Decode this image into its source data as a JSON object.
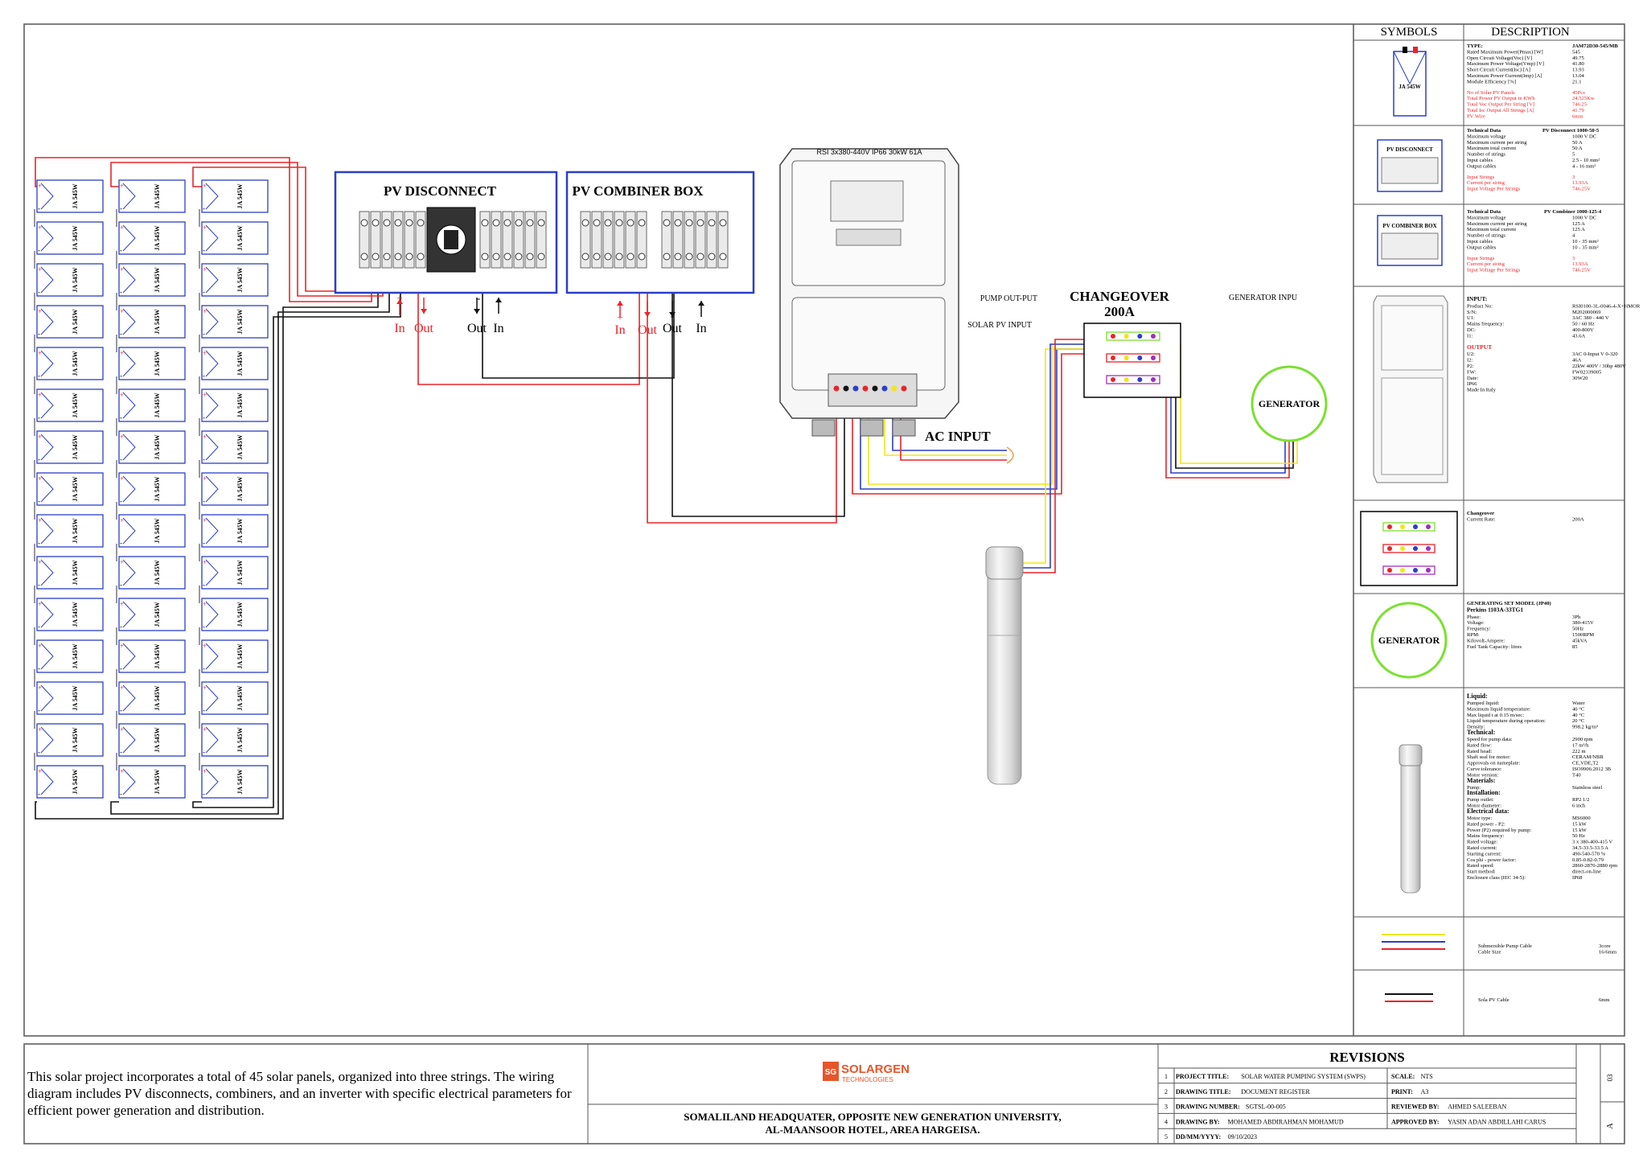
{
  "colors": {
    "red": "#e8242a",
    "black": "#111111",
    "blue": "#2b3fc8",
    "yellow": "#f2e51c",
    "purple": "#a02fb8",
    "green": "#7be02f",
    "panel_border": "#2b3fc8",
    "brand": "#e8552a"
  },
  "panels": {
    "label": "JA 545W",
    "count": 45,
    "columns": 3,
    "rows": 15
  },
  "pv_disconnect": {
    "title": "PV DISCONNECT",
    "in": "In",
    "out": "Out",
    "out2": "Out",
    "in2": "In",
    "plus": "+",
    "minus": "-"
  },
  "pv_combiner": {
    "title": "PV COMBINER BOX",
    "in": "In",
    "out": "Out",
    "out2": "Out",
    "in2": "In",
    "plus": "+",
    "minus": "-"
  },
  "inverter": {
    "label": "RSI 3x380-440V IP66 30kW 61A"
  },
  "changeover": {
    "title": "CHANGEOVER",
    "rating": "200A",
    "pump_output": "PUMP OUT-PUT",
    "solar_input": "SOLAR PV INPUT",
    "generator_input": "GENERATOR INPU"
  },
  "generator": {
    "label": "GENERATOR"
  },
  "ac_input": {
    "label": "AC INPUT"
  },
  "legend": {
    "symbols_header": "SYMBOLS",
    "description_header": "DESCRIPTION",
    "panel": {
      "symbol_label": "JA 545W",
      "rows": [
        [
          "TYPE:",
          "JAM72D30-545/MB"
        ],
        [
          "Rated Maximum Power(Pmax) [W]",
          "545"
        ],
        [
          "Open Circuit Voltage(Voc) [V]",
          "49.75"
        ],
        [
          "Maximum Power Voltage(Vmp) [V]",
          "41.80"
        ],
        [
          "Short Circuit Current(Isc) [A]",
          "13.93"
        ],
        [
          "Maximum Power Current(Imp) [A]",
          "13.04"
        ],
        [
          "Module Efficiency [%]",
          "21.1"
        ]
      ],
      "red_rows": [
        [
          "No of Solar PV Panels",
          "45Pcs"
        ],
        [
          "Total Power PV Output in KWh",
          "24.525Kw"
        ],
        [
          "Total Voc Output Per String [V]",
          "746.25"
        ],
        [
          "Total Isc Output All Strings [A]",
          "41.79"
        ],
        [
          "PV Wire",
          "6mm"
        ]
      ]
    },
    "disconnect": {
      "symbol_label": "PV DISCONNECT",
      "heading": "Technical Data",
      "model": "PV Disconnect 1000-50-5",
      "rows": [
        [
          "Maximum voltage",
          "1000 V DC"
        ],
        [
          "Maximum current per string",
          "50 A"
        ],
        [
          "Maximum total current",
          "50 A"
        ],
        [
          "Number of strings",
          "5"
        ],
        [
          "Input cables",
          "2.5 - 10 mm²"
        ],
        [
          "Output cables",
          "4 - 16 mm²"
        ]
      ],
      "red_rows": [
        [
          "Input Strings",
          "3"
        ],
        [
          "Current per string",
          "13.93A"
        ],
        [
          "Input Voltage Per Strings",
          "746.25V"
        ]
      ]
    },
    "combiner": {
      "symbol_label": "PV COMBINER BOX",
      "heading": "Technical Data",
      "model": "PV Combiner 1000-125-4",
      "rows": [
        [
          "Maximum voltage",
          "1000 V DC"
        ],
        [
          "Maximum current per string",
          "125 A"
        ],
        [
          "Maximum total current",
          "125 A"
        ],
        [
          "Number of strings",
          "4"
        ],
        [
          "Input cables",
          "10 - 35 mm²"
        ],
        [
          "Output cables",
          "10 - 35 mm²"
        ]
      ],
      "red_rows": [
        [
          "Input Strings",
          "3"
        ],
        [
          "Current per string",
          "13.93A"
        ],
        [
          "Input Voltage Per Strings",
          "746.25V"
        ]
      ]
    },
    "inverter": {
      "input_heading": "INPUT:",
      "rows": [
        [
          "Product No:",
          "RSI0100-3L-0046-4-X+HMOR"
        ],
        [
          "S/N:",
          "M202000069"
        ],
        [
          "U1:",
          "3AC 380 - 440 V"
        ],
        [
          "Mains frequency:",
          "50 / 60 Hz"
        ],
        [
          "DC:",
          "400-800V"
        ],
        [
          "I1:",
          "43.6A"
        ]
      ],
      "output_heading": "OUTPUT",
      "out_rows": [
        [
          "U2:",
          "3AC 0-Input V 0-320"
        ],
        [
          "I2:",
          "46A"
        ],
        [
          "P2:",
          "22kW 400V / 30hp 480V"
        ],
        [
          "FW:",
          "FW02339005"
        ],
        [
          "Date:",
          "30W20"
        ],
        [
          "IP66",
          ""
        ],
        [
          "Made In Italy",
          ""
        ]
      ]
    },
    "changeover": {
      "heading": "Changeover",
      "rows": [
        [
          "Current Rate:",
          "200A"
        ]
      ]
    },
    "generator": {
      "symbol_label": "GENERATOR",
      "heading": "GENERATING SET MODEL (JP40)",
      "model": "Perkins 1103A-33TG1",
      "rows": [
        [
          "Phase:",
          "3Ph"
        ],
        [
          "Voltage:",
          "380-415V"
        ],
        [
          "Frequency:",
          "50Hz"
        ],
        [
          "RPM:",
          "1500RPM"
        ],
        [
          "Kilovolt-Ampere:",
          "45kVA"
        ],
        [
          "Fuel Tank Capacity: litres",
          "85"
        ]
      ]
    },
    "pump": {
      "sections": [
        {
          "heading": "Liquid:",
          "rows": [
            [
              "Pumped liquid:",
              "Water"
            ],
            [
              "Maximum liquid temperature:",
              "40 °C"
            ],
            [
              "Max liquid t at 0.15 m/sec:",
              "40 °C"
            ],
            [
              "Liquid temperature during operation:",
              "20 °C"
            ],
            [
              "Density:",
              "998.2 kg/m³"
            ]
          ]
        },
        {
          "heading": "Technical:",
          "rows": [
            [
              "Speed for pump data:",
              "2900 rpm"
            ],
            [
              "Rated flow:",
              "17 m³/h"
            ],
            [
              "Rated head:",
              "222 m"
            ],
            [
              "Shaft seal for motor:",
              "CERAM/NBR"
            ],
            [
              "Approvals on nameplate:",
              "CE,VDE,T2"
            ],
            [
              "Curve tolerance:",
              "ISO9906:2012 3B"
            ],
            [
              "Motor version:",
              "T40"
            ]
          ]
        },
        {
          "heading": "Materials:",
          "rows": [
            [
              "Pump:",
              "Stainless steel"
            ]
          ]
        },
        {
          "heading": "Installation:",
          "rows": [
            [
              "Pump outlet:",
              "RP2 1/2"
            ],
            [
              "Motor diameter:",
              "6 inch"
            ]
          ]
        },
        {
          "heading": "Electrical data:",
          "rows": [
            [
              "Motor type:",
              "MS6000"
            ],
            [
              "Rated power - P2:",
              "15 kW"
            ],
            [
              "Power (P2) required by pump:",
              "15 kW"
            ],
            [
              "Mains frequency:",
              "50 Hz"
            ],
            [
              "Rated voltage:",
              "3 x 380-400-415 V"
            ],
            [
              "Rated current:",
              "34.5-33.5-33.5 A"
            ],
            [
              "Starting current:",
              "490-540-570 %"
            ],
            [
              "Cos phi - power factor:",
              "0.85-0.82-0.79"
            ],
            [
              "Rated speed:",
              "2860-2870-2880 rpm"
            ],
            [
              "Start method:",
              "direct-on-line"
            ],
            [
              "Enclosure class (IEC 34-5):",
              "IP68"
            ]
          ]
        }
      ]
    },
    "cable1": {
      "rows": [
        [
          "Submersible Pump Cable",
          "3core"
        ],
        [
          "Cable Size",
          "16/6mm"
        ]
      ]
    },
    "cable2": {
      "rows": [
        [
          "Sola PV Cable",
          "6mm"
        ]
      ]
    }
  },
  "footer": {
    "description": "This solar project incorporates a total of 45 solar panels, organized into three strings. The wiring diagram includes PV disconnects, combiners, and an inverter with specific electrical parameters for efficient power generation and distribution.",
    "logo_sg": "SG",
    "logo_name": "SOLARGEN",
    "logo_tag": "TECHNOLOGIES",
    "address1": "SOMALILAND HEADQUATER, OPPOSITE NEW GENERATION UNIVERSITY,",
    "address2": "AL-MAANSOOR HOTEL, AREA HARGEISA.",
    "revisions_title": "REVISIONS",
    "rows": [
      {
        "n": "1",
        "label": "PROJECT TITLE:",
        "value": "SOLAR WATER PUMPING SYSTEM (SWPS)",
        "label2": "SCALE:",
        "value2": "NTS"
      },
      {
        "n": "2",
        "label": "DRAWING TITLE:",
        "value": "DOCUMENT REGISTER",
        "label2": "PRINT:",
        "value2": "A3"
      },
      {
        "n": "3",
        "label": "DRAWING NUMBER:",
        "value": "SGTSL-00-005",
        "label2": "REVIEWED BY:",
        "value2": "AHMED SALEEBAN"
      },
      {
        "n": "4",
        "label": "DRAWING BY:",
        "value": "MOHAMED ABDIRAHMAN MOHAMUD",
        "label2": "APPROVED BY:",
        "value2": "YASIN ADAN ABDILLAHI CARUS"
      },
      {
        "n": "5",
        "label": "DD/MM/YYYY:",
        "value": "09/10/2023",
        "label2": "",
        "value2": ""
      }
    ],
    "side_top": "03",
    "side_bottom": "A"
  }
}
